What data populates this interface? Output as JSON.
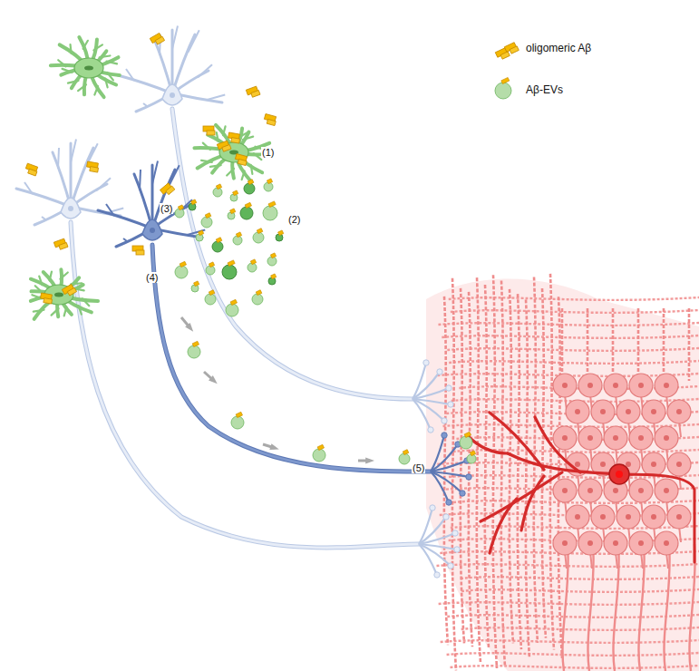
{
  "diagram": {
    "labels": [
      "(1)",
      "(2)",
      "(3)",
      "(4)",
      "(5)"
    ],
    "legend": [
      {
        "text": "oligomeric Aβ"
      },
      {
        "text": "Aβ-EVs"
      }
    ]
  }
}
